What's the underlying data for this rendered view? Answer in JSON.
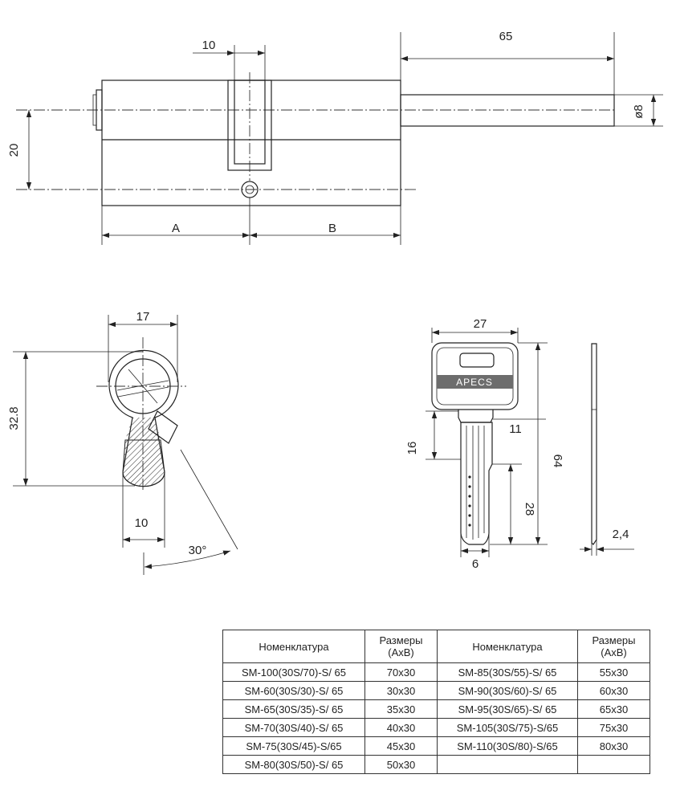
{
  "front_view": {
    "dim_center_width": "10",
    "dim_cam_length": "65",
    "dim_height": "20",
    "dim_diameter": "ø8",
    "dim_a": "A",
    "dim_b": "B"
  },
  "profile_view": {
    "dim_width": "17",
    "dim_height": "32.8",
    "dim_bottom": "10",
    "dim_angle": "30°"
  },
  "key_view": {
    "brand": "APECS",
    "dim_head_width": "27",
    "dim_shoulder": "11",
    "dim_notch": "16",
    "dim_total_length": "64",
    "dim_blade_length": "28",
    "dim_blade_width": "6",
    "dim_thickness": "2,4"
  },
  "spec_table": {
    "headers": [
      "Номенклатура",
      "Размеры\n(AxB)",
      "Номенклатура",
      "Размеры\n(AxB)"
    ],
    "rows": [
      [
        "SM-100(30S/70)-S/ 65",
        "70x30",
        "SM-85(30S/55)-S/ 65",
        "55x30"
      ],
      [
        "SM-60(30S/30)-S/ 65",
        "30x30",
        "SM-90(30S/60)-S/ 65",
        "60x30"
      ],
      [
        "SM-65(30S/35)-S/ 65",
        "35x30",
        "SM-95(30S/65)-S/ 65",
        "65x30"
      ],
      [
        "SM-70(30S/40)-S/ 65",
        "40x30",
        "SM-105(30S/75)-S/65",
        "75x30"
      ],
      [
        "SM-75(30S/45)-S/65",
        "45x30",
        "SM-110(30S/80)-S/65",
        "80x30"
      ],
      [
        "SM-80(30S/50)-S/ 65",
        "50x30",
        "",
        ""
      ]
    ]
  }
}
